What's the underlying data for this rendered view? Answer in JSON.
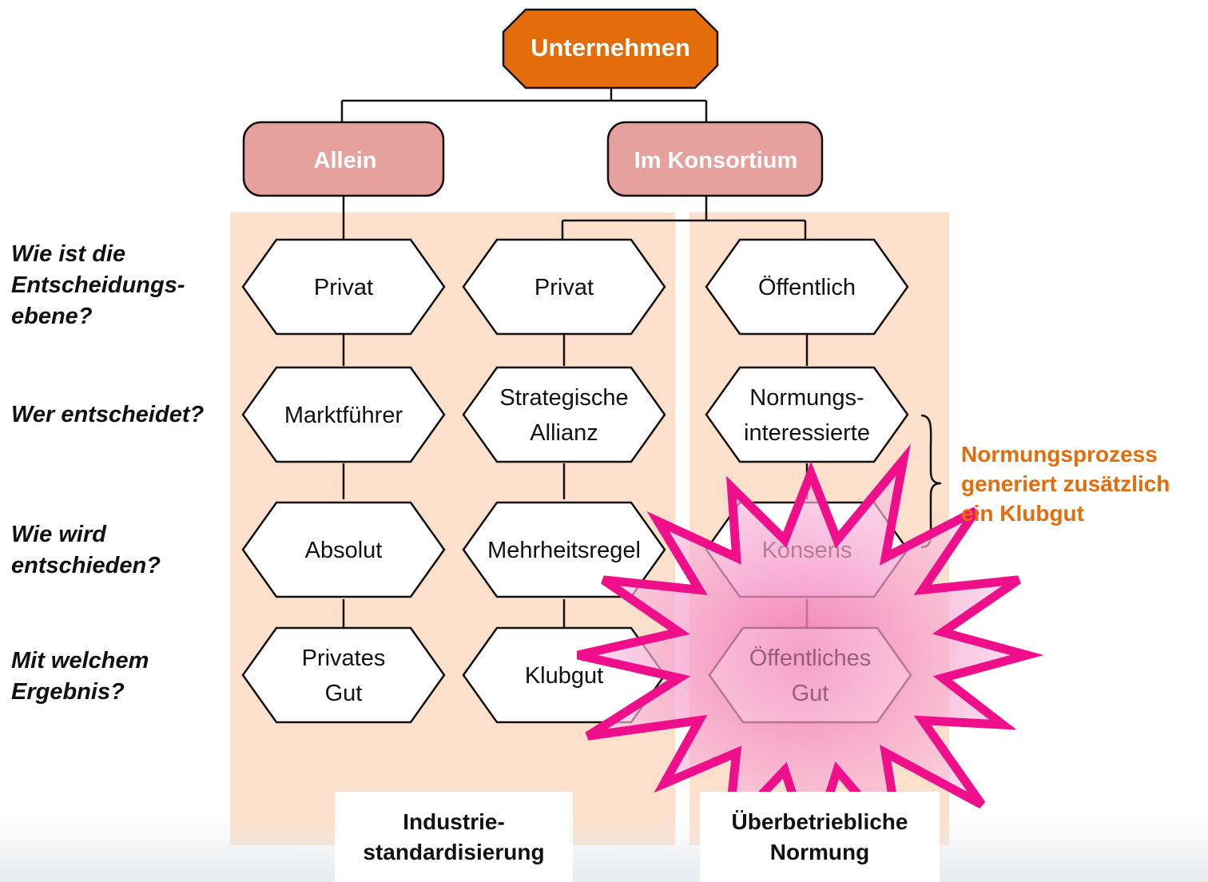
{
  "root": {
    "label": "Unternehmen",
    "color": "#e46c0a"
  },
  "branches": [
    {
      "label": "Allein",
      "color": "#e6a19d"
    },
    {
      "label": "Im Konsortium",
      "color": "#e6a19d"
    }
  ],
  "questions": [
    {
      "text": "Wie ist die\nEntscheidungs-\nebene?"
    },
    {
      "text": "Wer entscheidet?"
    },
    {
      "text": "Wie wird\nentschieden?"
    },
    {
      "text": "Mit welchem\nErgebnis?"
    }
  ],
  "columns": [
    {
      "nodes": [
        {
          "lines": [
            "Privat"
          ]
        },
        {
          "lines": [
            "Marktführer"
          ]
        },
        {
          "lines": [
            "Absolut"
          ]
        },
        {
          "lines": [
            "Privates",
            "Gut"
          ]
        }
      ]
    },
    {
      "nodes": [
        {
          "lines": [
            "Privat"
          ]
        },
        {
          "lines": [
            "Strategische",
            "Allianz"
          ]
        },
        {
          "lines": [
            "Mehrheitsregel"
          ]
        },
        {
          "lines": [
            "Klubgut"
          ]
        }
      ]
    },
    {
      "nodes": [
        {
          "lines": [
            "Öffentlich"
          ]
        },
        {
          "lines": [
            "Normungs-",
            "interessierte"
          ]
        },
        {
          "lines": [
            "Konsens"
          ]
        },
        {
          "lines": [
            "Öffentliches",
            "Gut"
          ]
        }
      ]
    }
  ],
  "note": {
    "text": "Normungsprozess\ngeneriert zusätzlich\nein Klubgut",
    "color": "#e46c0a"
  },
  "footers": [
    {
      "text": "Industrie-\nstandardisierung"
    },
    {
      "text": "Überbetriebliche\nNormung"
    }
  ],
  "colors": {
    "panel": "#fde0cb",
    "starburst_stroke": "#ef0f8a",
    "starburst_fill": "#f7a8d0"
  }
}
